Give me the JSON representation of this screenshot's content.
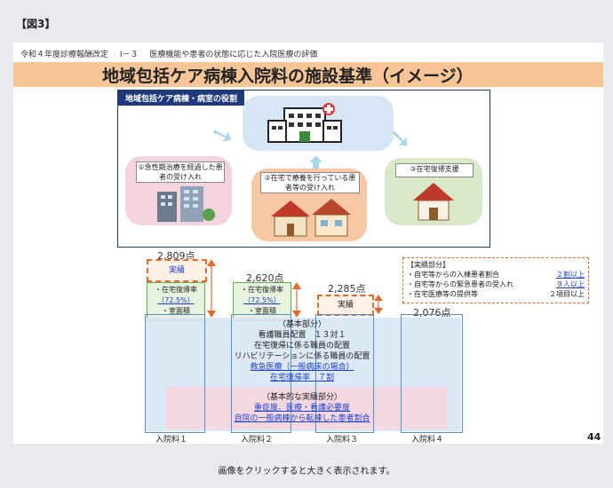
{
  "figure_label": "【図3】",
  "header": {
    "revision": "令和４年度診療報酬改定",
    "section": "Ⅰ－３",
    "topic": "医療機能や患者の状態に応じた入院医療の評価"
  },
  "title": "地域包括ケア病棟入院料の施設基準（イメージ）",
  "role_box": {
    "title": "地域包括ケア病棟・病室の役割",
    "role1": "①急性期治療を経過した患者の受け入れ",
    "role2": "②在宅で療養を行っている患者等の受け入れ",
    "role3": "③在宅復帰支援"
  },
  "points": {
    "p1": "2,809点",
    "p2": "2,620点",
    "p3": "2,285点",
    "p4": "2,076点"
  },
  "achievement_label": "実績",
  "home_return": {
    "label": "・在宅復帰率",
    "value": "（72.5%）",
    "note": "・室面積"
  },
  "base": {
    "heading": "（基本部分）",
    "l1": "看護職員配置　１３対１",
    "l2": "在宅復帰に係る職員の配置",
    "l3": "リハビリテーションに係る職員の配置",
    "l4": "救急医療（一般病床の場合）",
    "l5": "在宅復帰率　７割"
  },
  "base_perf": {
    "heading": "（基本的な実績部分）",
    "l1": "重症度、医療・看護必要度",
    "l2": "自院の一般病棟から転棟した患者割合"
  },
  "perf_box": {
    "heading": "【実績部分】",
    "r1_label": "・自宅等からの入棟患者割合",
    "r1_value": "２割以上",
    "r2_label": "・自宅等からの緊急患者の受入れ",
    "r2_value": "９人以上",
    "r3_label": "・在宅医療等の提供等",
    "r3_value": "２項目以上"
  },
  "x_labels": {
    "a1": "入院料１",
    "a2": "入院料２",
    "a3": "入院料３",
    "a4": "入院料４"
  },
  "page_number": "44",
  "caption": "画像をクリックすると大きく表示されます。"
}
